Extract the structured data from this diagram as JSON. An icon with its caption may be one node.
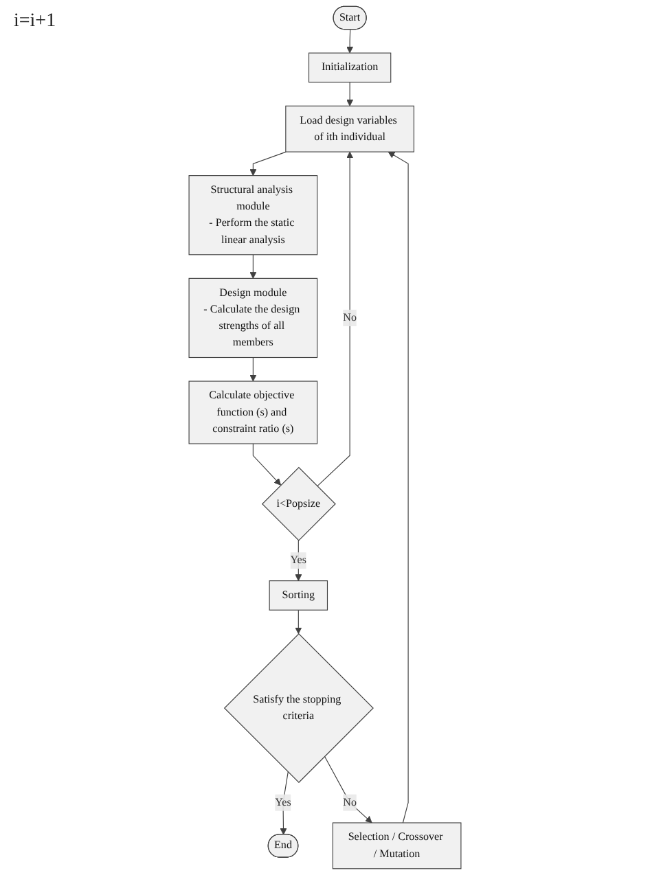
{
  "diagram": {
    "nodes": [
      {
        "text": [
          "Start"
        ]
      },
      {
        "text": [
          "Initialization"
        ]
      },
      {
        "text": [
          "Load design variables of ith individual"
        ]
      },
      {
        "text": [
          "Structural analysis module",
          "- Perform the static linear analysis"
        ]
      },
      {
        "text": [
          "Design module",
          "- Calculate the design strengths of all members"
        ]
      },
      {
        "text": [
          "Calculate objective function (s) and constraint ratio (s)"
        ]
      },
      {
        "text": [
          "i<Popsize"
        ]
      },
      {
        "text": [
          "Sorting"
        ]
      },
      {
        "text": [
          "Satisfy the stopping criteria"
        ]
      },
      {
        "text": [
          "End"
        ]
      },
      {
        "text": [
          "Selection / Crossover / Mutation"
        ]
      }
    ],
    "edges": [
      {
        "from": 0,
        "to": 1,
        "arrow": "to"
      },
      {
        "from": 1,
        "to": 2,
        "arrow": "to"
      },
      {
        "from": 2,
        "to": 3,
        "arrow": "to"
      },
      {
        "from": 3,
        "to": 4,
        "arrow": "to"
      },
      {
        "from": 4,
        "to": 5,
        "arrow": "to"
      },
      {
        "from": 5,
        "to": 6,
        "arrow": "to"
      },
      {
        "from": 6,
        "to": 2,
        "arrow": "to",
        "label": "No"
      },
      {
        "from": 6,
        "to": 7,
        "arrow": "to",
        "label": "Yes"
      },
      {
        "from": 7,
        "to": 8,
        "arrow": "to"
      },
      {
        "from": 8,
        "to": 9,
        "arrow": "to",
        "label": "Yes"
      },
      {
        "from": 8,
        "to": 10,
        "arrow": "to",
        "label": "No"
      },
      {
        "from": 10,
        "to": 2,
        "arrow": "to"
      }
    ],
    "labels": [
      "i=i+1"
    ]
  }
}
